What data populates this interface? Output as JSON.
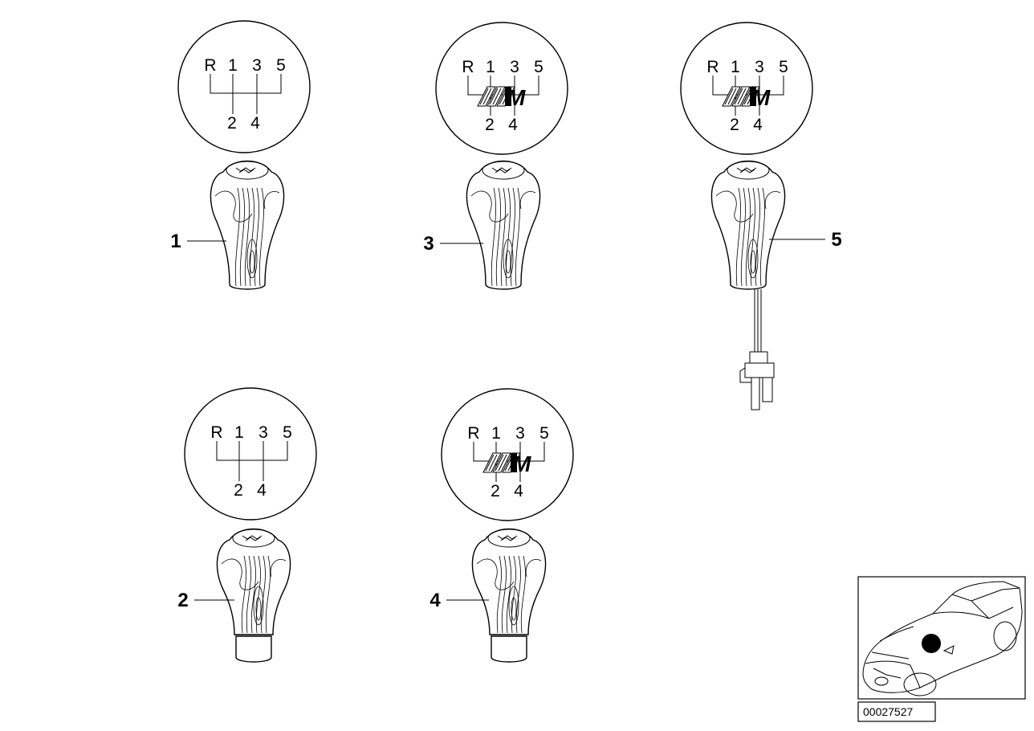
{
  "shift_pattern": {
    "gears_top": [
      "R",
      "1",
      "3",
      "5"
    ],
    "gears_bottom": [
      "2",
      "4"
    ],
    "m_badge": "M"
  },
  "parts": [
    {
      "callout": "1",
      "m_badge": false,
      "base": false,
      "wire": false
    },
    {
      "callout": "2",
      "m_badge": false,
      "base": true,
      "wire": false
    },
    {
      "callout": "3",
      "m_badge": true,
      "base": false,
      "wire": false
    },
    {
      "callout": "4",
      "m_badge": true,
      "base": true,
      "wire": false
    },
    {
      "callout": "5",
      "m_badge": true,
      "base": false,
      "wire": true
    }
  ],
  "reference_number": "00027527"
}
